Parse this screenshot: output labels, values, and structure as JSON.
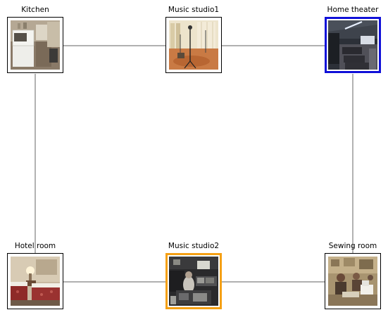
{
  "nodes": {
    "kitchen": {
      "label": "Kitchen"
    },
    "music_studio1": {
      "label": "Music studio1"
    },
    "home_theater": {
      "label": "Home theater"
    },
    "hotel_room": {
      "label": "Hotel room"
    },
    "music_studio2": {
      "label": "Music studio2"
    },
    "sewing_room": {
      "label": "Sewing room"
    }
  },
  "highlights": {
    "home_theater": "#1010d8",
    "music_studio2": "#f5a014"
  },
  "edge_color": "#808080"
}
